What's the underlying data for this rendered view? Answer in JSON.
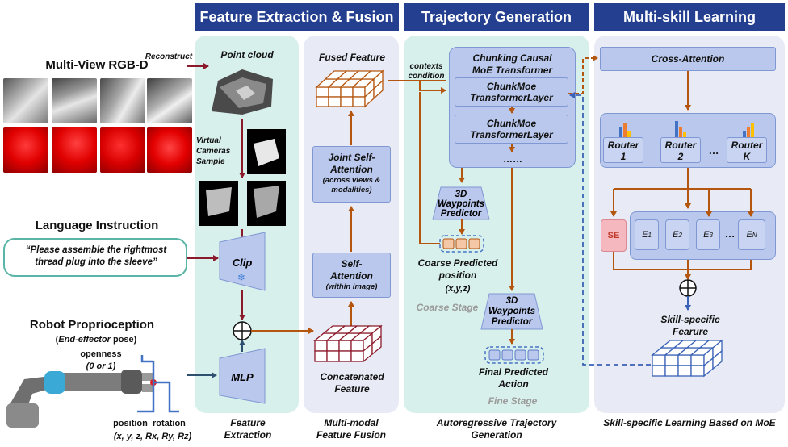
{
  "headers": {
    "feature": "Feature Extraction & Fusion",
    "trajectory": "Trajectory Generation",
    "multiskill": "Multi-skill Learning"
  },
  "inputs": {
    "rgbd": "Multi-View RGB-D",
    "reconstruct": "Reconstruct",
    "language": "Language Instruction",
    "instruction": "“Please assemble the rightmost thread plug into the sleeve”",
    "proprio": "Robot Proprioception",
    "proprio_sub_open": "(",
    "proprio_sub_ee": "End-effector",
    "proprio_sub_pose": " pose)",
    "openness": "openness",
    "openness_val": "(0 or 1)",
    "pos_rot": "position  rotation",
    "pos_vals": "(x, y, z, Rx, Ry, Rz)"
  },
  "feature_extraction": {
    "point_cloud": "Point cloud",
    "virtual": "Virtual Cameras Sample",
    "clip": "Clip",
    "mlp": "MLP",
    "caption": "Feature Extraction",
    "snowflake": "❄"
  },
  "fusion": {
    "fused": "Fused Feature",
    "joint_title": "Joint Self-Attention",
    "joint_sub": "(across views & modalities)",
    "self_title": "Self-Attention",
    "self_sub": "(within image)",
    "concat": "Concatenated Feature",
    "caption": "Multi-modal Feature Fusion"
  },
  "trajectory": {
    "contexts": "contexts condition",
    "moe_title": "Chunking Causal MoE Transformer",
    "layer1": "ChunkMoe TransformerLayer",
    "layer2": "ChunkMoe TransformerLayer",
    "dots": "……",
    "wp1": "3D Waypoints Predictor",
    "coarse_pos": "Coarse Predicted position",
    "xyz": "(x,y,z)",
    "coarse_stage": "Coarse Stage",
    "wp2": "3D Waypoints Predictor",
    "final": "Final Predicted Action",
    "fine_stage": "Fine Stage",
    "caption": "Autoregressive Trajectory Generation"
  },
  "multiskill": {
    "cross_attn": "Cross-Attention",
    "routers": [
      {
        "name": "Router",
        "idx": "1"
      },
      {
        "name": "Router",
        "idx": "2"
      },
      {
        "name": "Router",
        "idx": "K"
      }
    ],
    "router_dots": "…",
    "se": "SE",
    "experts": [
      {
        "base": "E",
        "sub": "1"
      },
      {
        "base": "E",
        "sub": "2"
      },
      {
        "base": "E",
        "sub": "3"
      },
      {
        "base": "E",
        "sub": "N"
      }
    ],
    "expert_dots": "…",
    "skill_feature": "Skill-specific Fearure",
    "caption": "Skill-specific Learning Based on MoE"
  },
  "colors": {
    "header": "#243f8f",
    "feature_panel": "#d8f0ec",
    "fusion_panel": "#e8ebf5",
    "trajectory_panel": "#d8f0ec",
    "multiskill_panel": "#e8ebf5",
    "arrow_orange": "#b5560f",
    "arrow_maroon": "#8b1a2b",
    "arrow_blue": "#3a62b7",
    "box_fill": "#b9c8ec",
    "se_fill": "#f5b8be",
    "router_bars": [
      "#4472c4",
      "#ed7d31",
      "#ffc000"
    ]
  }
}
